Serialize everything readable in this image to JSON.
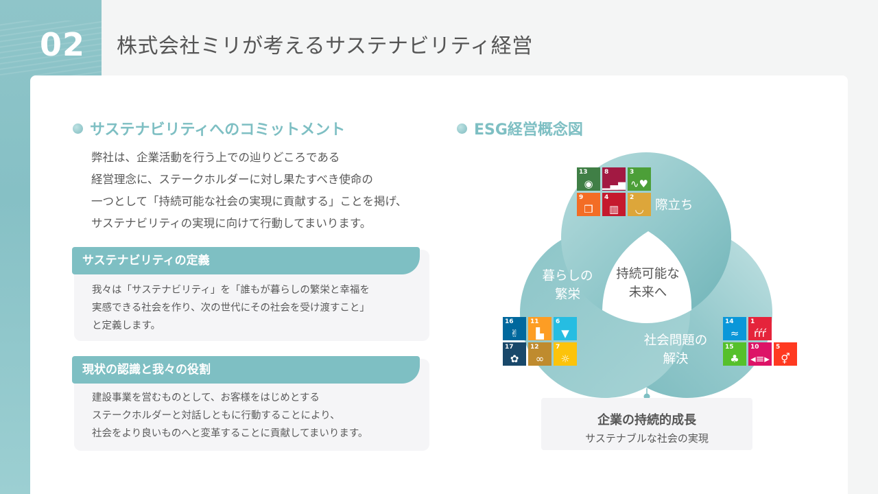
{
  "header": {
    "section_number": "02",
    "title": "株式会社ミリが考えるサステナビリティ経営"
  },
  "commitment": {
    "heading": "サステナビリティへのコミットメント",
    "lines": [
      "弊社は、企業活動を行う上での辿りどころである",
      "経営理念に、ステークホルダーに対し果たすべき使命の",
      "一つとして「持続可能な社会の実現に貢献する」ことを掲げ、",
      "サステナビリティの実現に向けて行動してまいります。"
    ]
  },
  "definition": {
    "heading": "サステナビリティの定義",
    "lines": [
      "我々は「サステナビリティ」を「誰もが暮らしの繁栄と幸福を",
      "実感できる社会を作り、次の世代にその社会を受け渡すこと」",
      "と定義します。"
    ]
  },
  "role": {
    "heading": "現状の認識と我々の役割",
    "lines": [
      "建設事業を営むものとして、お客様をはじめとする",
      "ステークホルダーと対話しともに行動することにより、",
      "社会をより良いものへと変革することに貢献してまいります。"
    ]
  },
  "esg": {
    "heading": "ESG経営概念図",
    "circles": {
      "top": "際立ち",
      "left_line1": "暮らしの",
      "left_line2": "繁栄",
      "right_line1": "社会問題の",
      "right_line2": "解決"
    },
    "center_line1": "持続可能な",
    "center_line2": "未来へ",
    "sdg_top": [
      {
        "num": "13",
        "label": "CLIMATE ACTION",
        "color": "#407f46",
        "icon": "◉"
      },
      {
        "num": "8",
        "label": "DECENT WORK AND ECONOMIC GROWTH",
        "color": "#a21942",
        "icon": "▁▃▅"
      },
      {
        "num": "3",
        "label": "GOOD HEALTH AND WELL-BEING",
        "color": "#4c9f38",
        "icon": "∿♥"
      },
      {
        "num": "9",
        "label": "INDUSTRY, INNOVATION AND INFRASTRUCTURE",
        "color": "#f36d25",
        "icon": "❒"
      },
      {
        "num": "4",
        "label": "QUALITY EDUCATION",
        "color": "#c5192d",
        "icon": "▥"
      },
      {
        "num": "2",
        "label": "ZERO HUNGER",
        "color": "#dda63a",
        "icon": "◡"
      }
    ],
    "sdg_left": [
      {
        "num": "16",
        "label": "PEACE, JUSTICE AND STRONG INSTITUTIONS",
        "color": "#00689d",
        "icon": "✌"
      },
      {
        "num": "11",
        "label": "SUSTAINABLE CITIES AND COMMUNITIES",
        "color": "#fd9d24",
        "icon": "▙"
      },
      {
        "num": "6",
        "label": "CLEAN WATER AND SANITATION",
        "color": "#26bde2",
        "icon": "▼"
      },
      {
        "num": "17",
        "label": "PARTNERSHIPS FOR THE GOALS",
        "color": "#19486a",
        "icon": "✿"
      },
      {
        "num": "12",
        "label": "RESPONSIBLE CONSUMPTION AND PRODUCTION",
        "color": "#bf8b2e",
        "icon": "∞"
      },
      {
        "num": "7",
        "label": "AFFORDABLE AND CLEAN ENERGY",
        "color": "#fcc30b",
        "icon": "☼"
      }
    ],
    "sdg_right": [
      {
        "num": "14",
        "label": "LIFE BELOW WATER",
        "color": "#0a97d9",
        "icon": "≈"
      },
      {
        "num": "1",
        "label": "NO POVERTY",
        "color": "#e5243b",
        "icon": "ŕŕŕ"
      },
      {
        "num": "",
        "label": "",
        "color": "transparent",
        "icon": ""
      },
      {
        "num": "15",
        "label": "LIFE ON LAND",
        "color": "#56c02b",
        "icon": "♣"
      },
      {
        "num": "10",
        "label": "REDUCED INEQUALITIES",
        "color": "#dd1367",
        "icon": "◂≡▸"
      },
      {
        "num": "5",
        "label": "GENDER EQUALITY",
        "color": "#ff3a21",
        "icon": "⚥"
      }
    ],
    "result_title": "企業の持続的成長",
    "result_sub": "サステナブルな社会の実現"
  },
  "colors": {
    "accent": "#7ebfc3",
    "band": "#8fc5c9",
    "text": "#555555"
  }
}
